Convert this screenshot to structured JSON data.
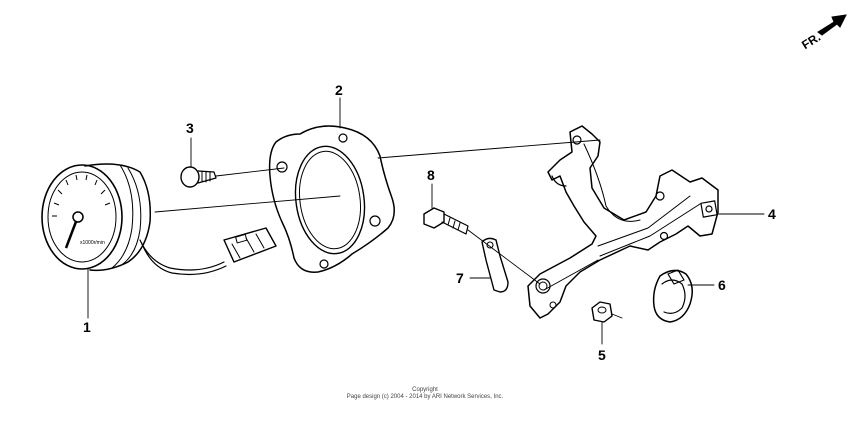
{
  "direction_marker": {
    "label": "FR."
  },
  "callouts": [
    {
      "id": "1",
      "label": "1"
    },
    {
      "id": "2",
      "label": "2"
    },
    {
      "id": "3",
      "label": "3"
    },
    {
      "id": "4",
      "label": "4"
    },
    {
      "id": "5",
      "label": "5"
    },
    {
      "id": "6",
      "label": "6"
    },
    {
      "id": "7",
      "label": "7"
    },
    {
      "id": "8",
      "label": "8"
    }
  ],
  "gauge": {
    "dial_text": "x1000r/min"
  },
  "copyright": {
    "line1": "Copyright",
    "line2": "Page design (c) 2004 - 2014 by ARI Network Services, Inc."
  }
}
